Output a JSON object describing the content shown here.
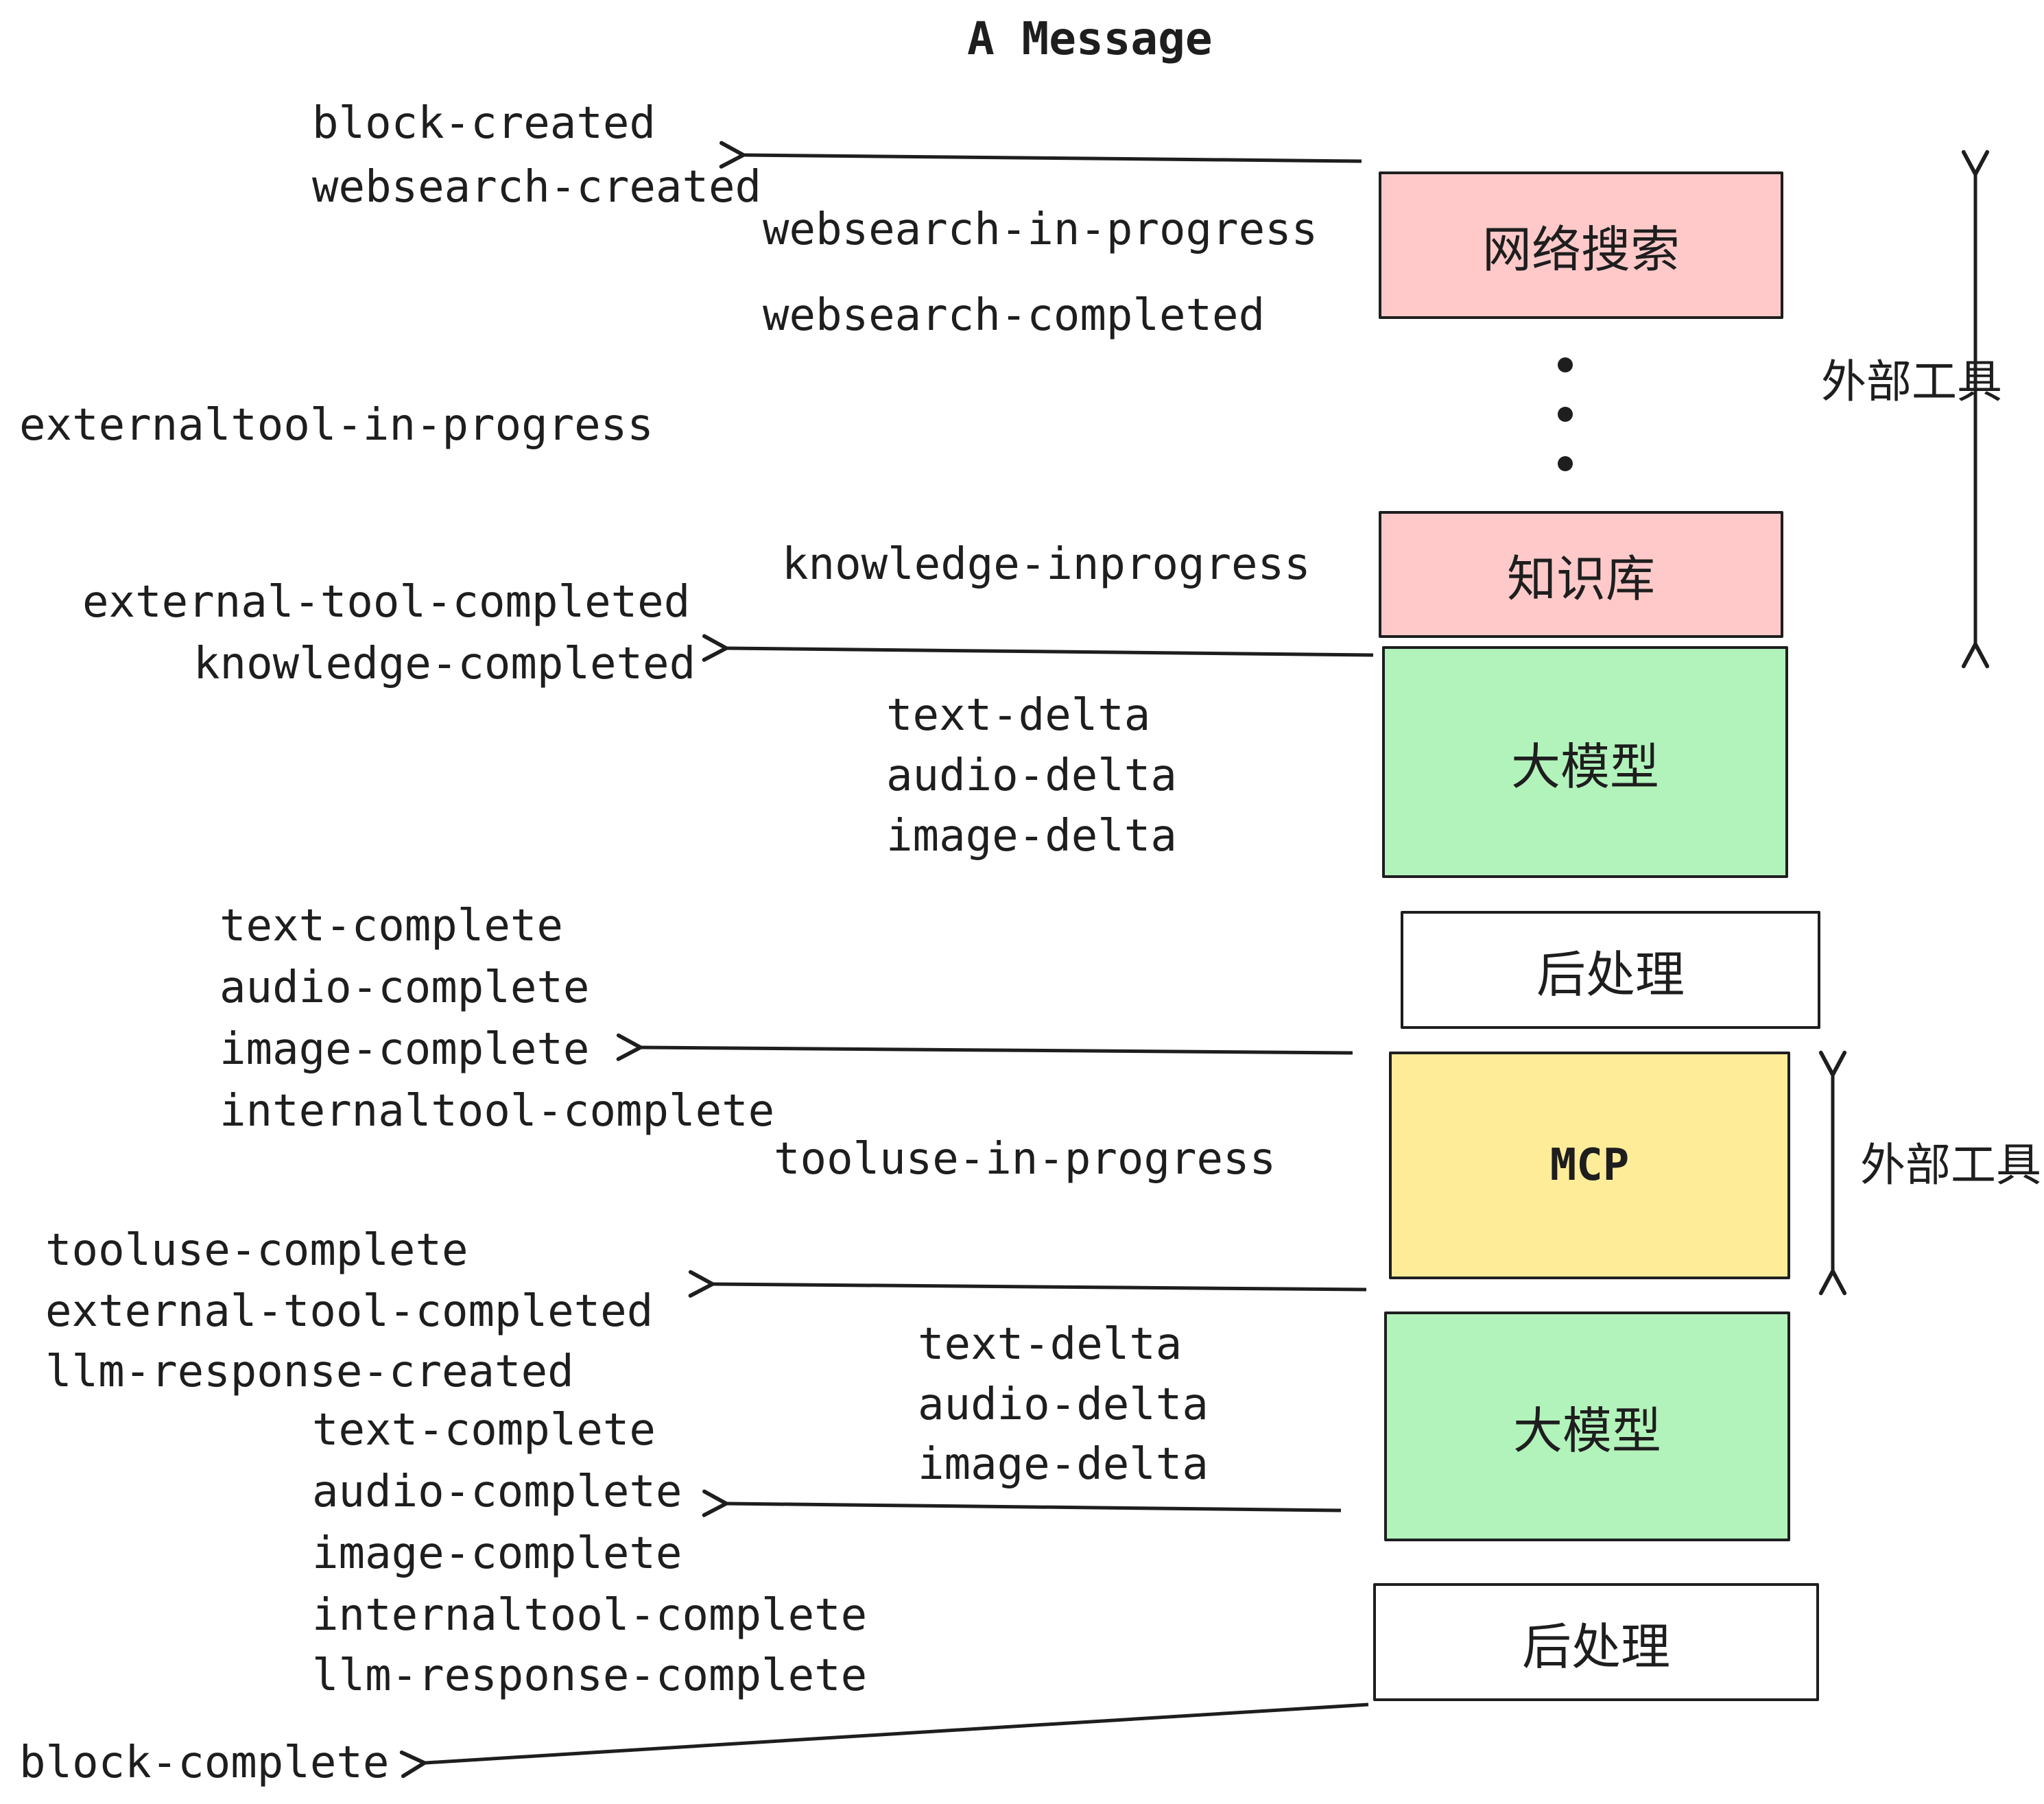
{
  "title": "A Message",
  "events": {
    "block_created": "block-created",
    "websearch_created": "websearch-created",
    "websearch_in_progress": "websearch-in-progress",
    "websearch_completed": "websearch-completed",
    "externaltool_in_progress": "externaltool-in-progress",
    "knowledge_inprogress": "knowledge-inprogress",
    "external_tool_completed_1": "external-tool-completed",
    "knowledge_completed": "knowledge-completed",
    "text_delta_1": "text-delta",
    "audio_delta_1": "audio-delta",
    "image_delta_1": "image-delta",
    "text_complete_1": "text-complete",
    "audio_complete_1": "audio-complete",
    "image_complete_1": "image-complete",
    "internaltool_complete_1": "internaltool-complete",
    "tooluse_in_progress": "tooluse-in-progress",
    "tooluse_complete": "tooluse-complete",
    "external_tool_completed_2": "external-tool-completed",
    "llm_response_created": "llm-response-created",
    "text_complete_2": "text-complete",
    "audio_complete_2": "audio-complete",
    "image_complete_2": "image-complete",
    "internaltool_complete_2": "internaltool-complete",
    "llm_response_complete": "llm-response-complete",
    "text_delta_2": "text-delta",
    "audio_delta_2": "audio-delta",
    "image_delta_2": "image-delta",
    "block_complete": "block-complete"
  },
  "boxes": {
    "websearch": {
      "label": "网络搜索",
      "color": "#ffc9c9"
    },
    "knowledge": {
      "label": "知识库",
      "color": "#ffc9c9"
    },
    "llm1": {
      "label": "大模型",
      "color": "#b2f2bb"
    },
    "post1": {
      "label": "后处理",
      "color": "#ffffff"
    },
    "mcp": {
      "label": "MCP",
      "color": "#ffec99"
    },
    "llm2": {
      "label": "大模型",
      "color": "#b2f2bb"
    },
    "post2": {
      "label": "后处理",
      "color": "#ffffff"
    }
  },
  "side": {
    "external_tools_top": "外部工具",
    "external_tools_bottom": "外部工具"
  },
  "icons": {
    "vertical_ellipsis": "⋮"
  },
  "colors": {
    "stroke": "#1e1e1e",
    "pink": "#ffc9c9",
    "green": "#b2f2bb",
    "yellow": "#ffec99",
    "white": "#ffffff"
  }
}
